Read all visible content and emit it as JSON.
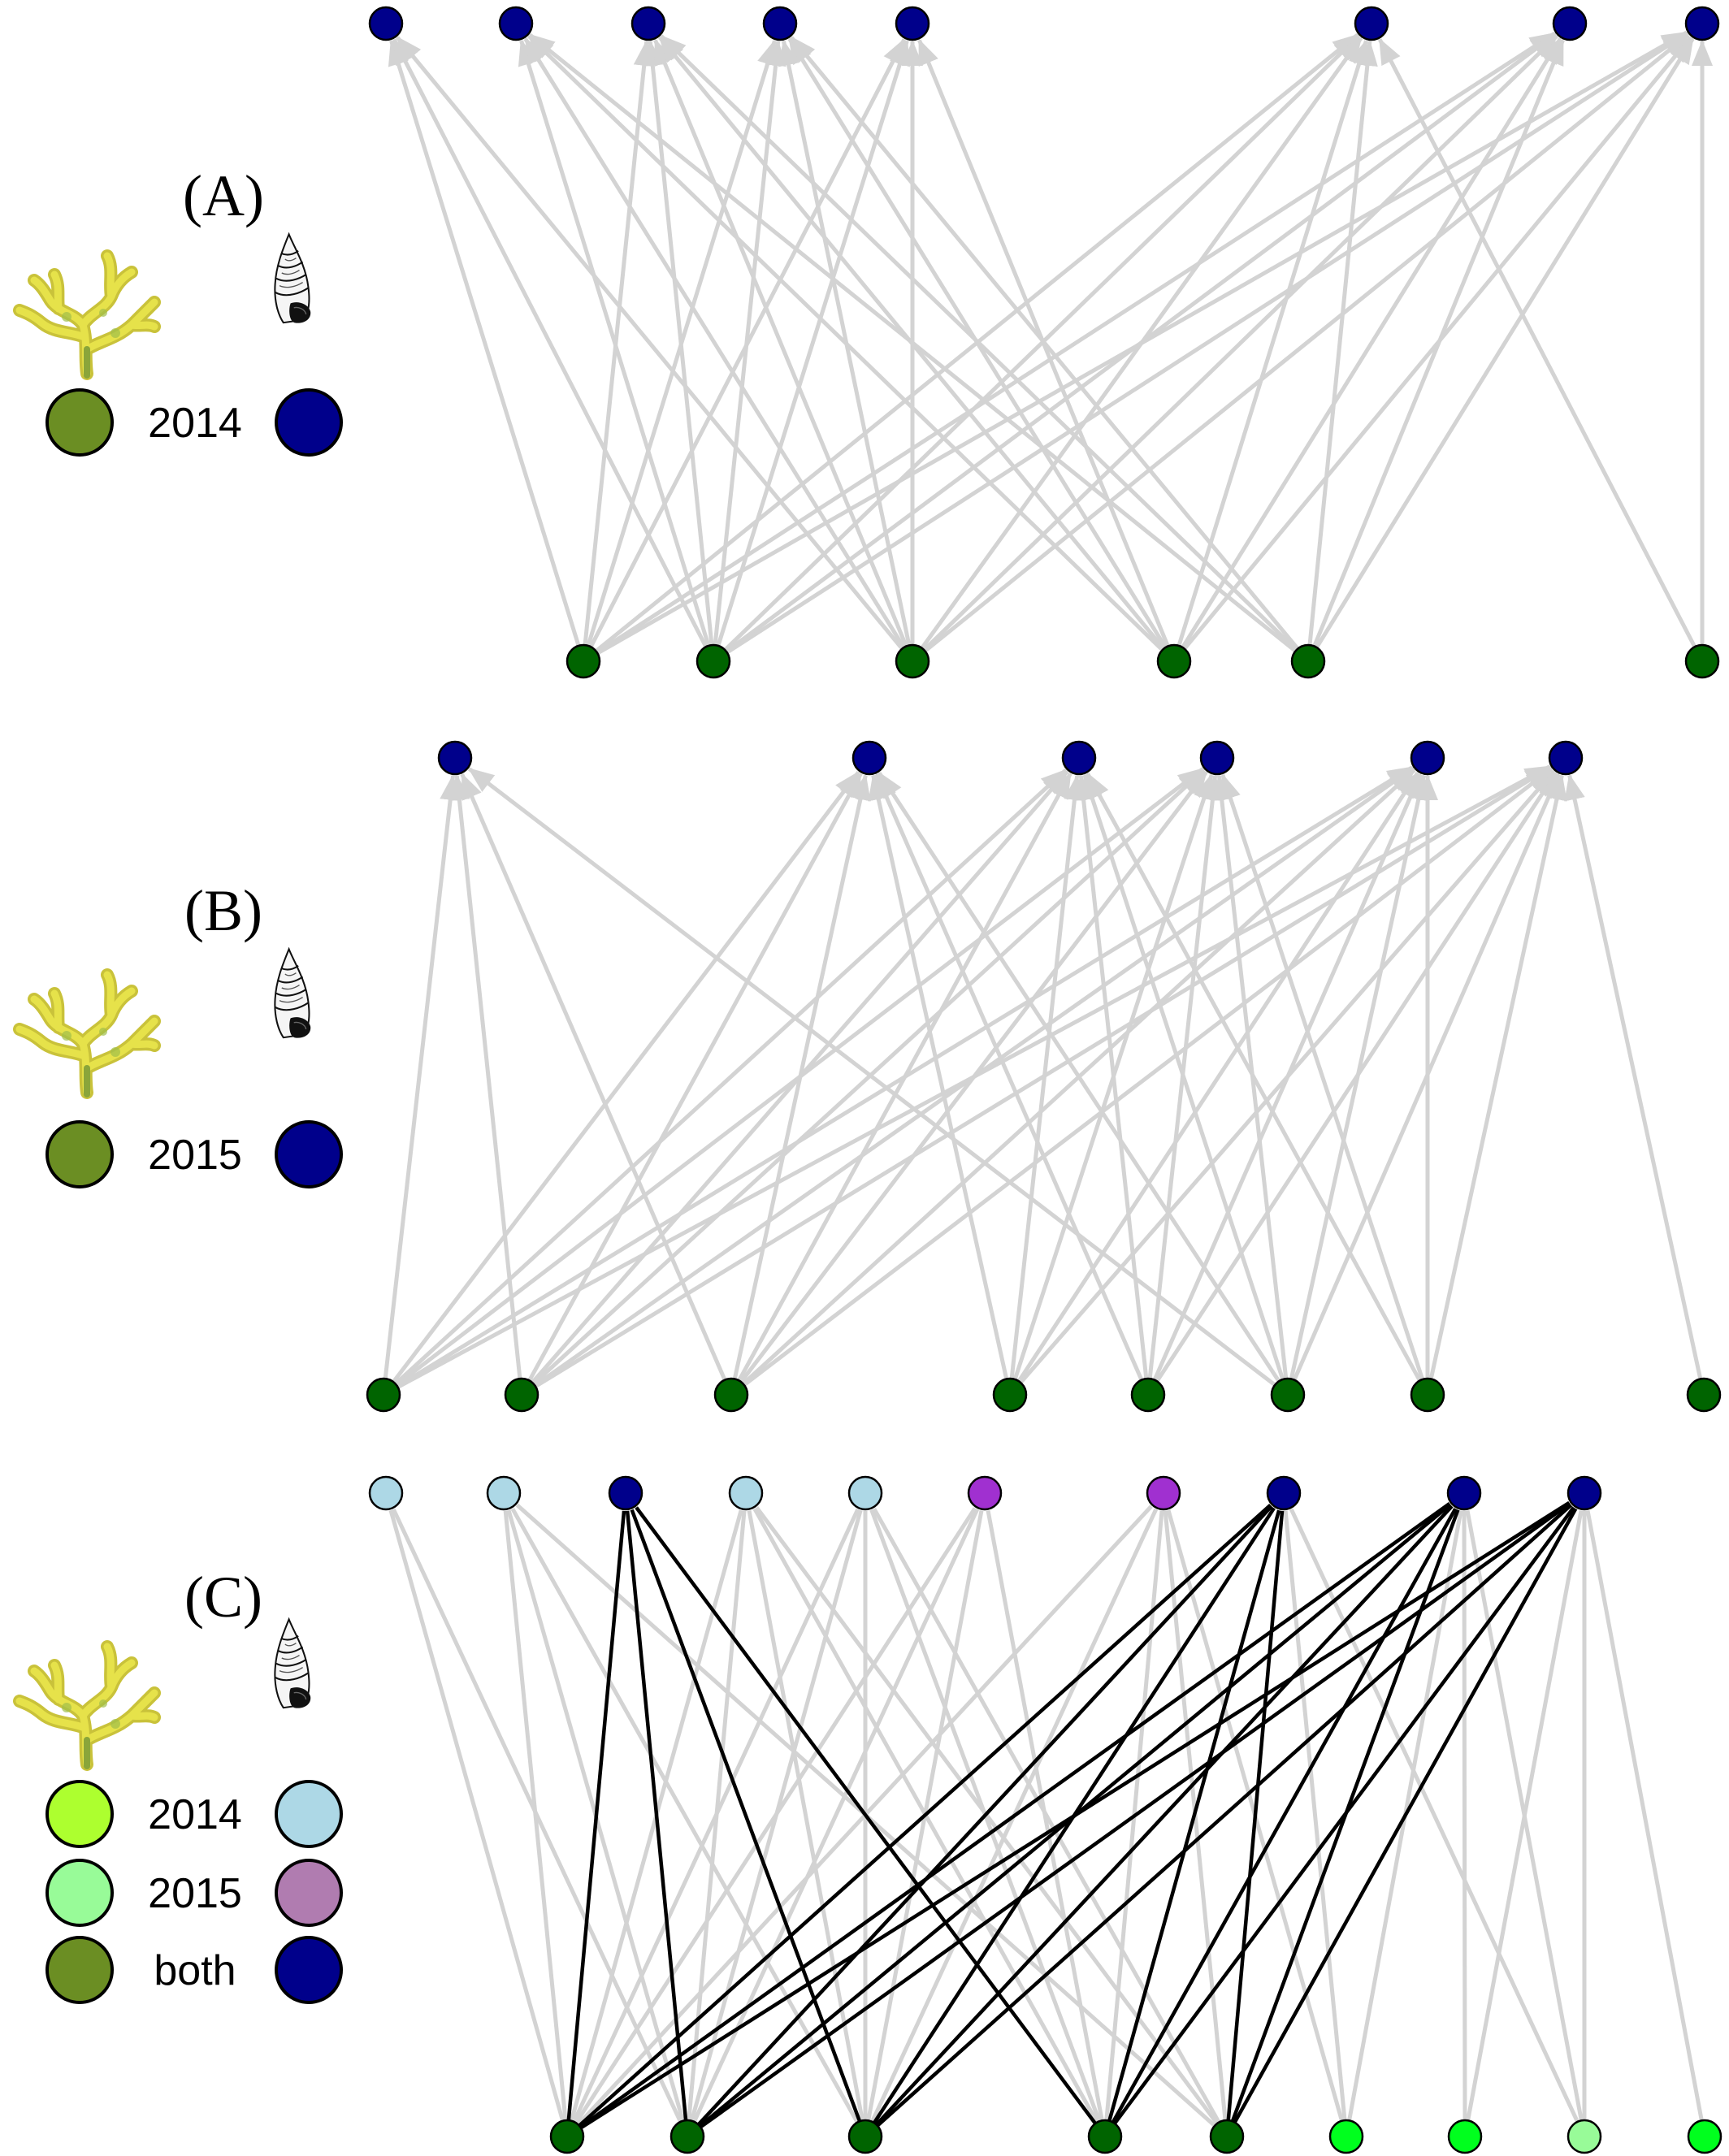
{
  "colors": {
    "plant_node": "#006400",
    "herbivore_node": "#00008b",
    "legend_plant": "#6b8e23",
    "legend_herbivore": "#00008b",
    "plant_2014_only": "#00ff1e",
    "plant_2015_only": "#98fb98",
    "herb_2014_only": "#add8e6",
    "herb_2015_only": "#a030d0",
    "legend_plant_2014": "#adff2f",
    "legend_plant_2015": "#98fb98",
    "legend_herb_2015": "#b07cb0",
    "edge_grey": "#d3d3d3",
    "edge_black": "#000000"
  },
  "icons": {
    "plant": "seaweed-icon",
    "herbivore": "snail-shell-icon"
  },
  "panels": [
    {
      "id": "A",
      "letter": "(A)",
      "legend_rows": [
        {
          "label": "2014",
          "plant_color": "#6b8e23",
          "herb_color": "#00008b"
        }
      ],
      "herbivores": [
        {
          "color": "#00008b"
        },
        {
          "color": "#00008b"
        },
        {
          "color": "#00008b"
        },
        {
          "color": "#00008b"
        },
        {
          "color": "#00008b"
        },
        {
          "color": "#00008b"
        },
        {
          "color": "#00008b"
        },
        {
          "color": "#00008b"
        }
      ],
      "plants": [
        {
          "color": "#006400"
        },
        {
          "color": "#006400"
        },
        {
          "color": "#006400"
        },
        {
          "color": "#006400"
        },
        {
          "color": "#006400"
        },
        {
          "color": "#006400"
        }
      ],
      "edges": [
        [
          0,
          0
        ],
        [
          0,
          2
        ],
        [
          0,
          3
        ],
        [
          0,
          4
        ],
        [
          0,
          5
        ],
        [
          0,
          6
        ],
        [
          0,
          7
        ],
        [
          1,
          0
        ],
        [
          1,
          1
        ],
        [
          1,
          2
        ],
        [
          1,
          3
        ],
        [
          1,
          4
        ],
        [
          1,
          5
        ],
        [
          1,
          6
        ],
        [
          1,
          7
        ],
        [
          2,
          0
        ],
        [
          2,
          1
        ],
        [
          2,
          2
        ],
        [
          2,
          3
        ],
        [
          2,
          4
        ],
        [
          2,
          5
        ],
        [
          2,
          6
        ],
        [
          2,
          7
        ],
        [
          3,
          1
        ],
        [
          3,
          2
        ],
        [
          3,
          3
        ],
        [
          3,
          4
        ],
        [
          3,
          5
        ],
        [
          3,
          6
        ],
        [
          3,
          7
        ],
        [
          4,
          1
        ],
        [
          4,
          2
        ],
        [
          4,
          3
        ],
        [
          4,
          5
        ],
        [
          4,
          6
        ],
        [
          4,
          7
        ],
        [
          5,
          5
        ],
        [
          5,
          7
        ]
      ],
      "arrows": true
    },
    {
      "id": "B",
      "letter": "(B)",
      "legend_rows": [
        {
          "label": "2015",
          "plant_color": "#6b8e23",
          "herb_color": "#00008b"
        }
      ],
      "herbivores": [
        {
          "color": "#00008b"
        },
        {
          "color": "#00008b"
        },
        {
          "color": "#00008b"
        },
        {
          "color": "#00008b"
        },
        {
          "color": "#00008b"
        },
        {
          "color": "#00008b"
        }
      ],
      "plants": [
        {
          "color": "#006400"
        },
        {
          "color": "#006400"
        },
        {
          "color": "#006400"
        },
        {
          "color": "#006400"
        },
        {
          "color": "#006400"
        },
        {
          "color": "#006400"
        },
        {
          "color": "#006400"
        },
        {
          "color": "#006400"
        }
      ],
      "edges": [
        [
          0,
          0
        ],
        [
          0,
          1
        ],
        [
          0,
          2
        ],
        [
          0,
          3
        ],
        [
          0,
          4
        ],
        [
          0,
          5
        ],
        [
          1,
          0
        ],
        [
          1,
          1
        ],
        [
          1,
          2
        ],
        [
          1,
          3
        ],
        [
          1,
          4
        ],
        [
          1,
          5
        ],
        [
          2,
          0
        ],
        [
          2,
          1
        ],
        [
          2,
          2
        ],
        [
          2,
          3
        ],
        [
          2,
          4
        ],
        [
          2,
          5
        ],
        [
          3,
          1
        ],
        [
          3,
          2
        ],
        [
          3,
          3
        ],
        [
          3,
          4
        ],
        [
          3,
          5
        ],
        [
          4,
          1
        ],
        [
          4,
          2
        ],
        [
          4,
          3
        ],
        [
          4,
          4
        ],
        [
          4,
          5
        ],
        [
          5,
          0
        ],
        [
          5,
          1
        ],
        [
          5,
          2
        ],
        [
          5,
          3
        ],
        [
          5,
          4
        ],
        [
          5,
          5
        ],
        [
          6,
          2
        ],
        [
          6,
          3
        ],
        [
          6,
          4
        ],
        [
          6,
          5
        ],
        [
          7,
          5
        ]
      ],
      "arrows": true
    },
    {
      "id": "C",
      "letter": "(C)",
      "legend_rows": [
        {
          "label": "2014",
          "plant_color": "#adff2f",
          "herb_color": "#add8e6"
        },
        {
          "label": "2015",
          "plant_color": "#98fb98",
          "herb_color": "#b07cb0"
        },
        {
          "label": "both",
          "plant_color": "#6b8e23",
          "herb_color": "#00008b"
        }
      ],
      "herbivores": [
        {
          "color": "#add8e6"
        },
        {
          "color": "#add8e6"
        },
        {
          "color": "#00008b"
        },
        {
          "color": "#add8e6"
        },
        {
          "color": "#add8e6"
        },
        {
          "color": "#a030d0"
        },
        {
          "color": "#a030d0"
        },
        {
          "color": "#00008b"
        },
        {
          "color": "#00008b"
        },
        {
          "color": "#00008b"
        }
      ],
      "plants": [
        {
          "color": "#006400"
        },
        {
          "color": "#006400"
        },
        {
          "color": "#006400"
        },
        {
          "color": "#006400"
        },
        {
          "color": "#006400"
        },
        {
          "color": "#00ff1e"
        },
        {
          "color": "#00ff1e"
        },
        {
          "color": "#98fb98"
        },
        {
          "color": "#00ff1e"
        }
      ],
      "grey_edges": [
        [
          0,
          0
        ],
        [
          0,
          1
        ],
        [
          0,
          3
        ],
        [
          0,
          4
        ],
        [
          0,
          5
        ],
        [
          0,
          6
        ],
        [
          1,
          0
        ],
        [
          1,
          1
        ],
        [
          1,
          3
        ],
        [
          1,
          4
        ],
        [
          1,
          5
        ],
        [
          2,
          1
        ],
        [
          2,
          3
        ],
        [
          2,
          4
        ],
        [
          2,
          5
        ],
        [
          2,
          6
        ],
        [
          3,
          3
        ],
        [
          3,
          4
        ],
        [
          3,
          5
        ],
        [
          3,
          6
        ],
        [
          4,
          1
        ],
        [
          4,
          3
        ],
        [
          4,
          4
        ],
        [
          4,
          6
        ],
        [
          5,
          6
        ],
        [
          5,
          7
        ],
        [
          5,
          8
        ],
        [
          6,
          8
        ],
        [
          6,
          9
        ],
        [
          7,
          7
        ],
        [
          7,
          8
        ],
        [
          7,
          9
        ],
        [
          8,
          9
        ]
      ],
      "black_edges": [
        [
          0,
          2
        ],
        [
          0,
          7
        ],
        [
          0,
          8
        ],
        [
          0,
          9
        ],
        [
          1,
          2
        ],
        [
          1,
          7
        ],
        [
          1,
          8
        ],
        [
          1,
          9
        ],
        [
          2,
          2
        ],
        [
          2,
          7
        ],
        [
          2,
          8
        ],
        [
          2,
          9
        ],
        [
          3,
          2
        ],
        [
          3,
          7
        ],
        [
          3,
          8
        ],
        [
          3,
          9
        ],
        [
          4,
          7
        ],
        [
          4,
          8
        ],
        [
          4,
          9
        ]
      ],
      "arrows": false
    }
  ]
}
